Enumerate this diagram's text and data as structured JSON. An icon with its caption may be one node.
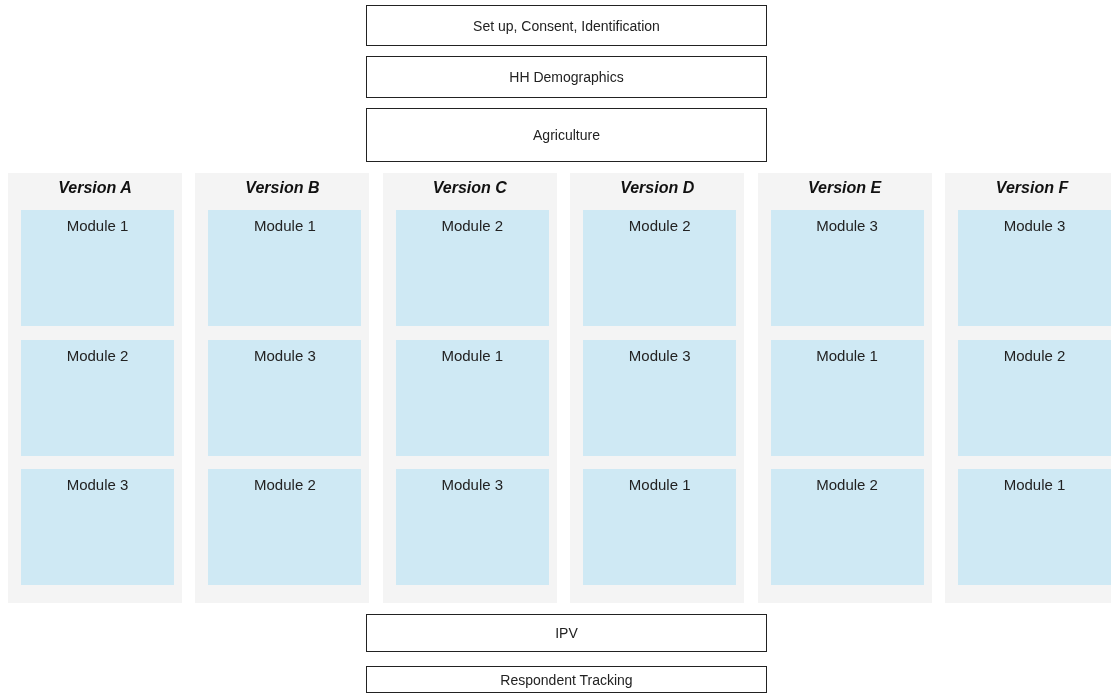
{
  "diagram": {
    "nodes": [
      {
        "text": [
          "Set up, Consent, Identification"
        ]
      },
      {
        "text": [
          "HH Demographics"
        ]
      },
      {
        "text": [
          "Agriculture"
        ]
      },
      {
        "text": [
          "Version A"
        ]
      },
      {
        "text": [
          "Module 1"
        ],
        "in": 3
      },
      {
        "text": [
          "Module 2"
        ],
        "in": 3
      },
      {
        "text": [
          "Module 3"
        ],
        "in": 3
      },
      {
        "text": [
          "Version B"
        ]
      },
      {
        "text": [
          "Module 1"
        ],
        "in": 7
      },
      {
        "text": [
          "Module 3"
        ],
        "in": 7
      },
      {
        "text": [
          "Module 2"
        ],
        "in": 7
      },
      {
        "text": [
          "Version C"
        ]
      },
      {
        "text": [
          "Module 2"
        ],
        "in": 11
      },
      {
        "text": [
          "Module 1"
        ],
        "in": 11
      },
      {
        "text": [
          "Module 3"
        ],
        "in": 11
      },
      {
        "text": [
          "Version D"
        ]
      },
      {
        "text": [
          "Module 2"
        ],
        "in": 15
      },
      {
        "text": [
          "Module 3"
        ],
        "in": 15
      },
      {
        "text": [
          "Module 1"
        ],
        "in": 15
      },
      {
        "text": [
          "Version E"
        ]
      },
      {
        "text": [
          "Module 3"
        ],
        "in": 19
      },
      {
        "text": [
          "Module 1"
        ],
        "in": 19
      },
      {
        "text": [
          "Module 2"
        ],
        "in": 19
      },
      {
        "text": [
          "Version F"
        ]
      },
      {
        "text": [
          "Module 3"
        ],
        "in": 23
      },
      {
        "text": [
          "Module 2"
        ],
        "in": 23
      },
      {
        "text": [
          "Module 1"
        ],
        "in": 23
      },
      {
        "text": [
          "IPV"
        ]
      },
      {
        "text": [
          "Respondent Tracking"
        ]
      }
    ]
  }
}
